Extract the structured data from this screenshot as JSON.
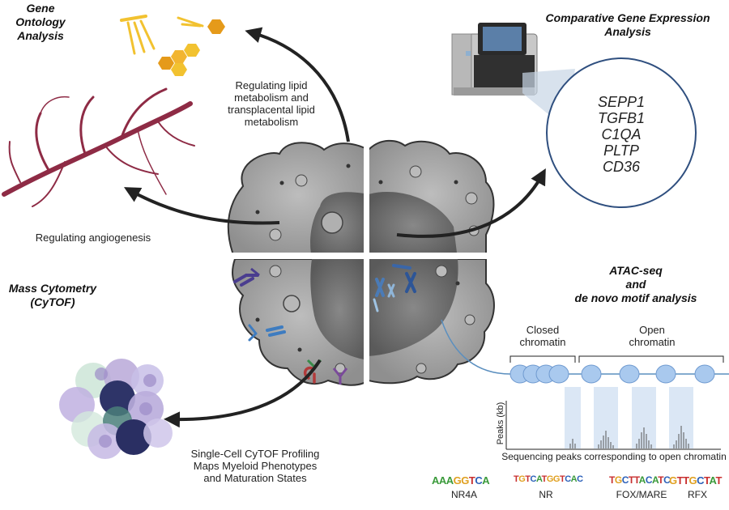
{
  "sections": {
    "go": {
      "title_lines": [
        "Gene",
        "Ontology",
        "Analysis"
      ]
    },
    "cge": {
      "title_lines": [
        "Comparative Gene Expression",
        "Analysis"
      ]
    },
    "cytof": {
      "title_lines": [
        "Mass Cytometry",
        "(CyTOF)"
      ]
    },
    "atac": {
      "title_lines": [
        "ATAC-seq",
        "and",
        "de novo motif  analysis"
      ]
    }
  },
  "captions": {
    "lipid": [
      "Regulating lipid",
      "metabolism and",
      "transplacental lipid",
      "metabolism"
    ],
    "angio": "Regulating angiogenesis",
    "cytof_profile": [
      "Single-Cell CyTOF Profiling",
      "Maps Myeloid Phenotypes",
      "and Maturation States"
    ]
  },
  "genes": [
    "SEPP1",
    "TGFB1",
    "C1QA",
    "PLTP",
    "CD36"
  ],
  "chromatin": {
    "closed_label": [
      "Closed",
      "chromatin"
    ],
    "open_label": [
      "Open",
      "chromatin"
    ],
    "y_axis_label": "Peaks (kb)",
    "x_axis_label": "Sequencing peaks corresponding to open chromatin"
  },
  "motifs": [
    {
      "seq": "AAAGGTCA",
      "label": "NR4A"
    },
    {
      "seq": "TGTCATGGTCAC",
      "label": "NR"
    },
    {
      "seq": "TGCTTACATC",
      "label": "FOX/MARE"
    },
    {
      "seq": "GTTGCTAT",
      "label": "RFX"
    }
  ],
  "colors": {
    "arrow": "#222222",
    "vessel": "#8e2b45",
    "cell_fill": "#a8a8a8",
    "nucleus": "#6f6f6f",
    "circle_border": "#2f4f7f",
    "peak_band": "#dbe7f5",
    "lipid_yellow": "#f2c230",
    "lipid_orange": "#e59a1a"
  },
  "icons": [
    "gene-expression-machine-icon",
    "lipid-molecule-icon",
    "blood-vessel-icon",
    "antibody-icon",
    "chromosome-icon",
    "nucleosome-icon",
    "cell-cluster-icon"
  ]
}
